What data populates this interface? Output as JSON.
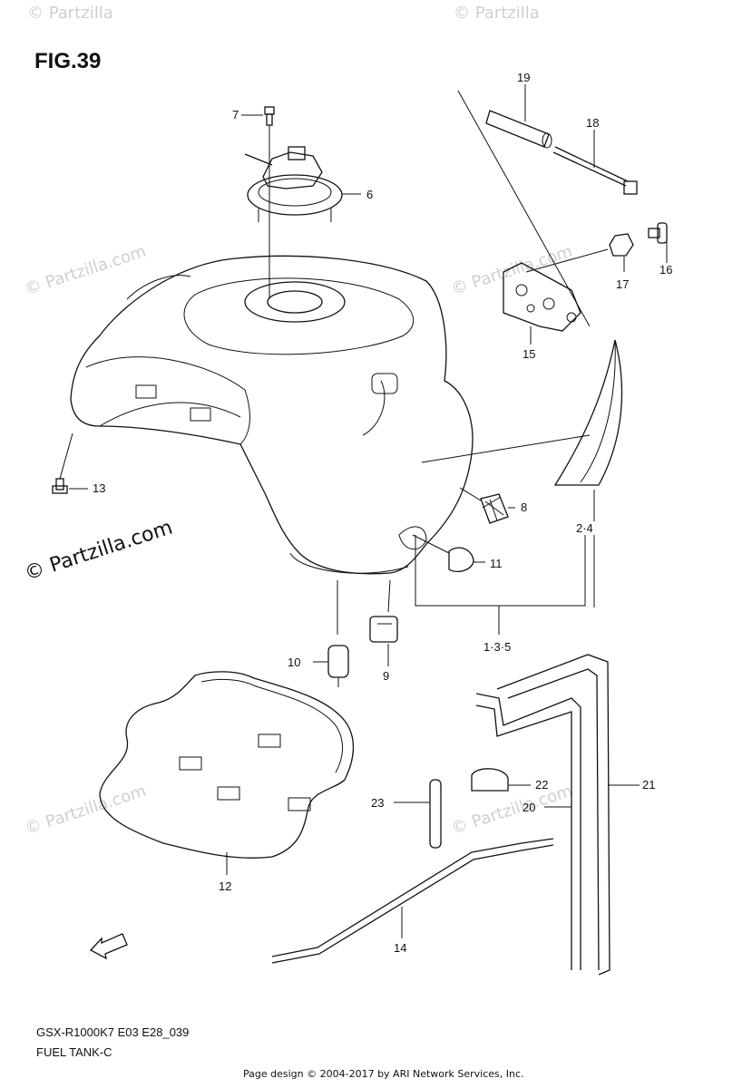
{
  "figure": {
    "title": "FIG.39",
    "model_code": "GSX-R1000K7 E03 E28_039",
    "caption": "FUEL TANK-C",
    "credit": "Page design © 2004-2017 by ARI Network Services, Inc."
  },
  "watermark": {
    "text": "© Partzilla.com",
    "short_text": "© Partzilla"
  },
  "callouts": {
    "p1_3_5": "1·3·5",
    "p2_4": "2·4",
    "p6": "6",
    "p7": "7",
    "p8": "8",
    "p9": "9",
    "p10": "10",
    "p11": "11",
    "p12": "12",
    "p13": "13",
    "p14": "14",
    "p15": "15",
    "p16": "16",
    "p17": "17",
    "p18": "18",
    "p19": "19",
    "p20": "20",
    "p21": "21",
    "p22": "22",
    "p23": "23"
  },
  "fwd_marker": "FWD"
}
